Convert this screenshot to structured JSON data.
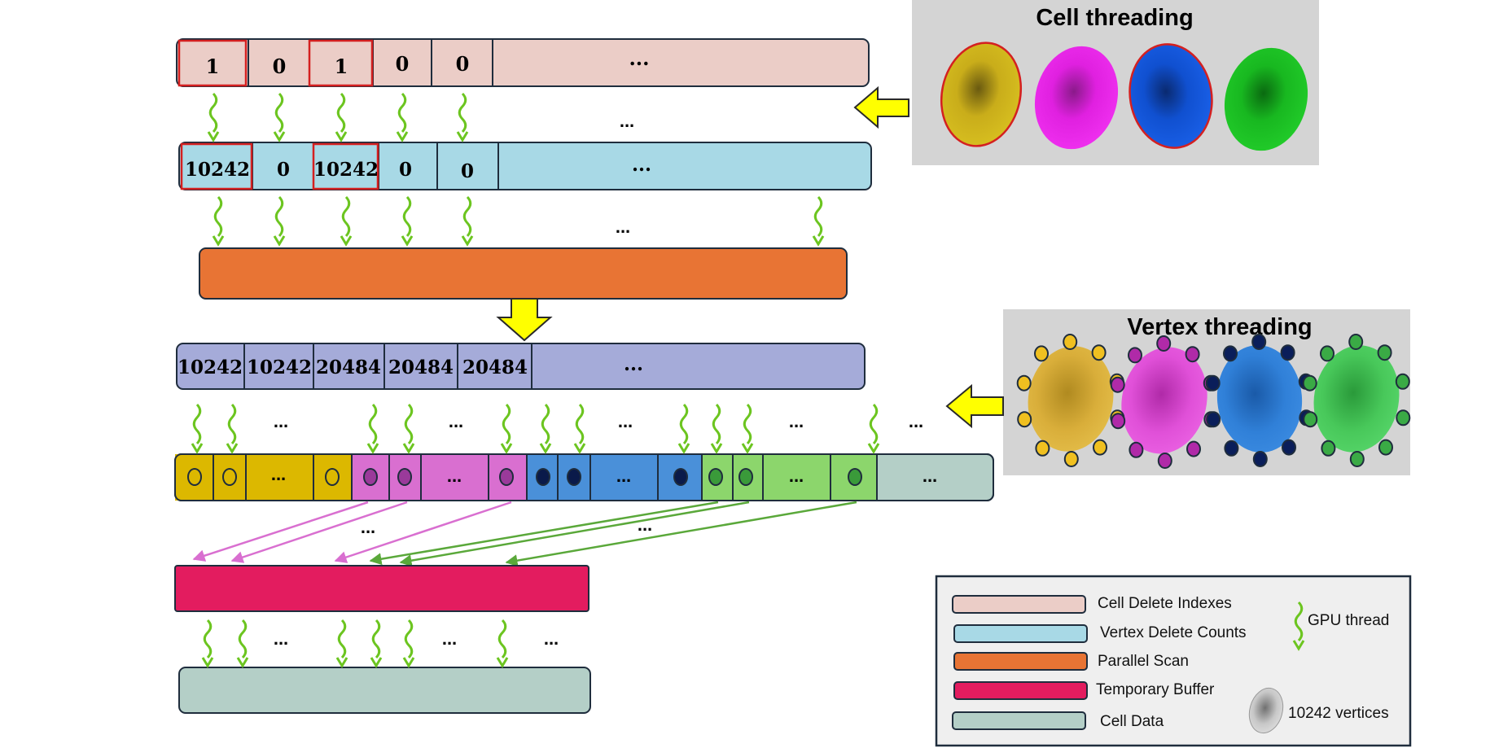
{
  "cell_row": {
    "values": [
      "1",
      "0",
      "1",
      "0",
      "0",
      "..."
    ]
  },
  "count_row": {
    "values": [
      "10242",
      "0",
      "10242",
      "0",
      "0",
      "..."
    ]
  },
  "scan_row": {
    "values": [
      "10242",
      "10242",
      "20484",
      "20484",
      "20484",
      "..."
    ]
  },
  "ellipsis": "...",
  "panels": {
    "cell_threading": {
      "title": "Cell threading"
    },
    "vertex_threading": {
      "title": "Vertex threading"
    }
  },
  "legend": {
    "items": [
      {
        "label": "Cell Delete Indexes",
        "color": "#ebcdc7"
      },
      {
        "label": "Vertex Delete Counts",
        "color": "#a8d9e6"
      },
      {
        "label": "Parallel Scan",
        "color": "#e87434"
      },
      {
        "label": "Temporary Buffer",
        "color": "#e31c5f"
      },
      {
        "label": "Cell Data",
        "color": "#b4cfc7"
      }
    ],
    "gpu_thread": "GPU thread",
    "vertices": "10242 vertices"
  },
  "colors": {
    "yellow": "#dcb800",
    "magenta": "#d96fd0",
    "blue": "#4a90d9",
    "green": "#8cd66c",
    "thread": "#6cc520",
    "highlight": "#d42020",
    "scan_row": "#a5abd9",
    "panel_bg": "#d4d4d4"
  }
}
